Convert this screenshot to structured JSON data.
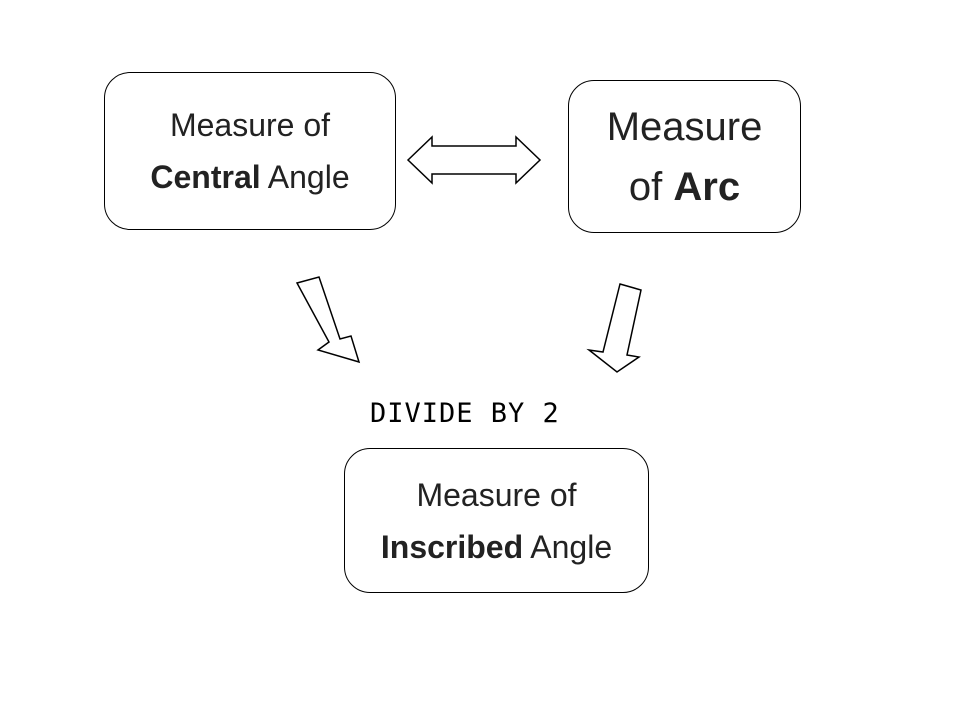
{
  "boxes": {
    "central": {
      "line1": "Measure of",
      "bold": "Central",
      "rest": " Angle"
    },
    "arc": {
      "line1": "Measure",
      "pre": "of ",
      "bold": "Arc"
    },
    "inscribed": {
      "line1": "Measure of",
      "bold": "Inscribed",
      "rest": " Angle"
    }
  },
  "operation_label": "DIVIDE BY 2",
  "colors": {
    "stroke": "#000000",
    "text": "#222222",
    "background": "#ffffff"
  }
}
